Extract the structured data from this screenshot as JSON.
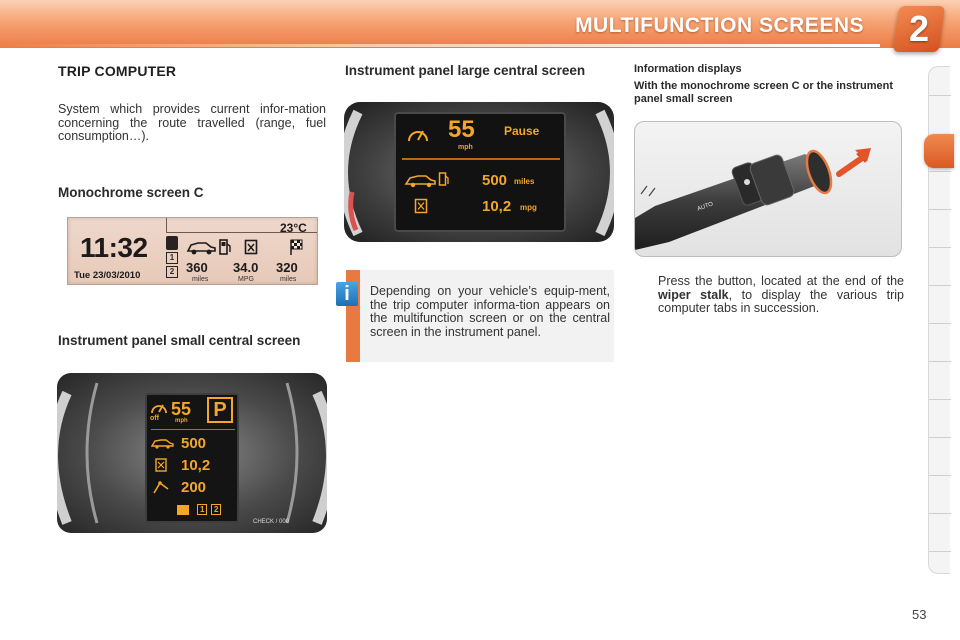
{
  "header": {
    "title": "MULTIFUNCTION SCREENS",
    "chapter": "2"
  },
  "left": {
    "heading": "TRIP COMPUTER",
    "intro": "System which provides current infor-mation concerning the route travelled (range, fuel consumption…).",
    "mono_heading": "Monochrome screen C",
    "small_heading": "Instrument panel small central screen"
  },
  "mono_screen": {
    "time": "11:32",
    "date": "Tue 23/03/2010",
    "temperature": "23°C",
    "range_value": "360",
    "range_unit": "miles",
    "mpg_value": "34.0",
    "mpg_unit": "MPG",
    "distance_value": "320",
    "distance_unit": "miles",
    "tab_labels": [
      "1",
      "2"
    ]
  },
  "large_screen": {
    "heading": "Instrument panel large central screen",
    "speed": "55",
    "speed_unit": "mph",
    "status": "Pause",
    "range": "500",
    "range_unit": "miles",
    "consumption": "10,2",
    "consumption_unit": "mpg"
  },
  "small_screen": {
    "speed": "55",
    "speed_unit": "mph",
    "gear": "P",
    "off_label": "off",
    "range": "500",
    "consumption": "10,2",
    "distance": "200",
    "tab_labels": [
      "1",
      "2"
    ],
    "footer": "CHECK / 000"
  },
  "right": {
    "heading": "Information displays",
    "subheading": "With the monochrome screen C or the instrument panel small screen",
    "bullet_glyph": "",
    "bullet_before": "Press the button, located at the end of the ",
    "bullet_bold": "wiper stalk",
    "bullet_after": ", to display the various trip computer tabs in succession.",
    "stalk_label": "AUTO"
  },
  "info": {
    "icon": "i",
    "text": "Depending on your vehicle’s equip-ment, the trip computer informa-tion appears on the multifunction screen or on the central screen in the instrument panel."
  },
  "footer": {
    "page_number": "53"
  },
  "colors": {
    "accent": "#e67a41",
    "info_blue": "#1d6fb5",
    "amber_display": "#f4a52b"
  }
}
